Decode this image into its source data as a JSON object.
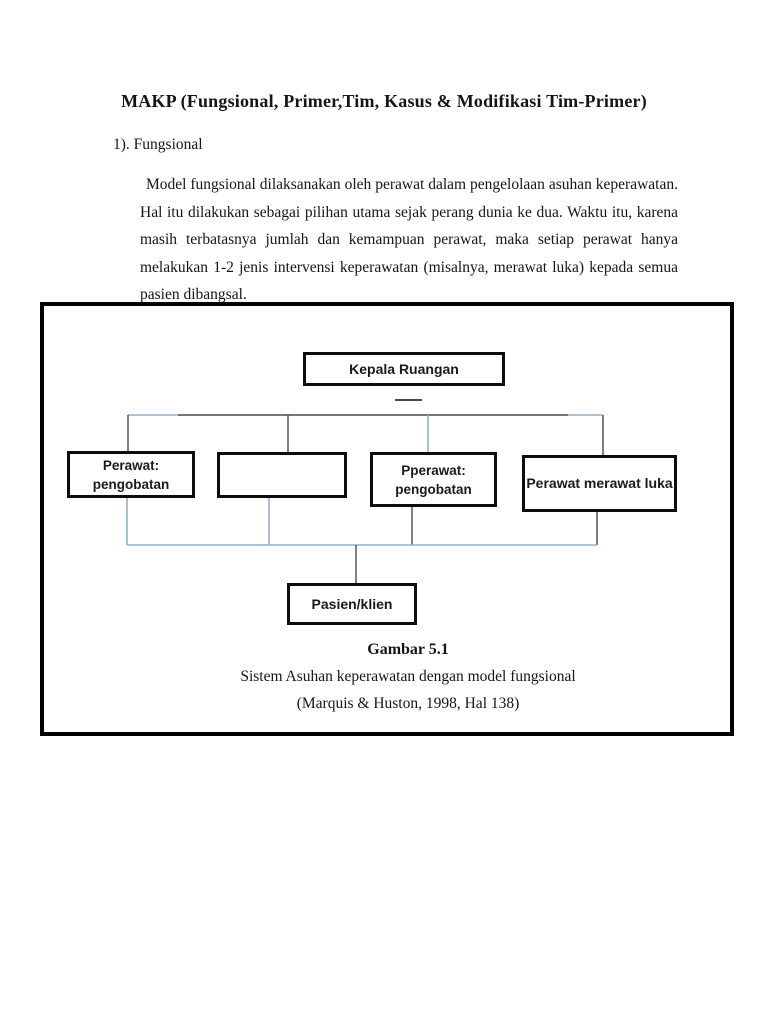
{
  "page": {
    "title": "MAKP (Fungsional, Primer,Tim, Kasus & Modifikasi Tim-Primer)",
    "section_label": "1). Fungsional",
    "paragraph": "Model fungsional dilaksanakan oleh perawat dalam pengelolaan asuhan keperawatan. Hal itu dilakukan sebagai pilihan  utama sejak perang dunia ke dua. Waktu itu, karena masih terbatasnya jumlah dan kemampuan perawat, maka setiap perawat hanya melakukan 1-2 jenis intervensi keperawatan (misalnya, merawat luka) kepada semua pasien dibangsal."
  },
  "diagram": {
    "root_box": "Kepala Ruangan",
    "row_boxes": [
      {
        "line1": "Perawat:",
        "line2": "pengobatan"
      },
      {
        "line1": "",
        "line2": ""
      },
      {
        "line1": "Pperawat:",
        "line2": "pengobatan"
      },
      {
        "line1": "Perawat merawat luka",
        "line2": ""
      }
    ],
    "bottom_box": "Pasien/klien",
    "caption_title": "Gambar 5.1",
    "caption_line1": "Sistem Asuhan keperawatan dengan model fungsional",
    "caption_line2": "(Marquis & Huston, 1998, Hal 138)",
    "colors": {
      "connector_blue": "#94aecb",
      "connector_dark": "#4a4a4a",
      "box_border": "#0d0d0d",
      "frame_border": "#000000"
    }
  }
}
